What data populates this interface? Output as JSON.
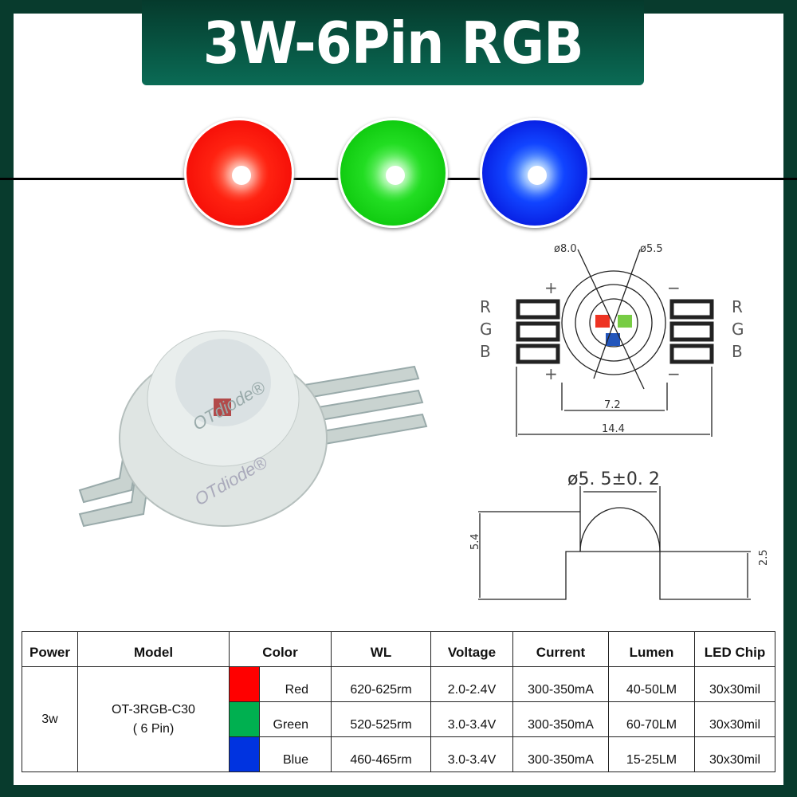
{
  "title": "3W-6Pin RGB",
  "colors": {
    "red": "#ff0000",
    "green": "#00b050",
    "blue": "#0033e0",
    "frame": "#083b2d"
  },
  "watermark": "OTdiode®",
  "drawing": {
    "d_outer": "ø8.0",
    "d_inner": "ø5.5",
    "width_inner": "7.2",
    "width_total": "14.4",
    "lens": "ø5. 5±0. 2",
    "height_total": "5.4",
    "height_base": "2.5",
    "pins_left": [
      "R",
      "G",
      "B"
    ],
    "pins_right": [
      "R",
      "G",
      "B"
    ],
    "plus": "+",
    "minus": "−"
  },
  "table": {
    "headers": [
      "Power",
      "Model",
      "Color",
      "WL",
      "Voltage",
      "Current",
      "Lumen",
      "LED Chip"
    ],
    "power": "3w",
    "model": "OT-3RGB-C30",
    "model_note": "( 6 Pin)",
    "rows": [
      {
        "color": "Red",
        "swatch": "#ff0000",
        "wl": "620-625rm",
        "voltage": "2.0-2.4V",
        "current": "300-350mA",
        "lumen": "40-50LM",
        "chip": "30x30mil"
      },
      {
        "color": "Green",
        "swatch": "#00b050",
        "wl": "520-525rm",
        "voltage": "3.0-3.4V",
        "current": "300-350mA",
        "lumen": "60-70LM",
        "chip": "30x30mil"
      },
      {
        "color": "Blue",
        "swatch": "#0033e0",
        "wl": "460-465rm",
        "voltage": "3.0-3.4V",
        "current": "300-350mA",
        "lumen": "15-25LM",
        "chip": "30x30mil"
      }
    ]
  }
}
